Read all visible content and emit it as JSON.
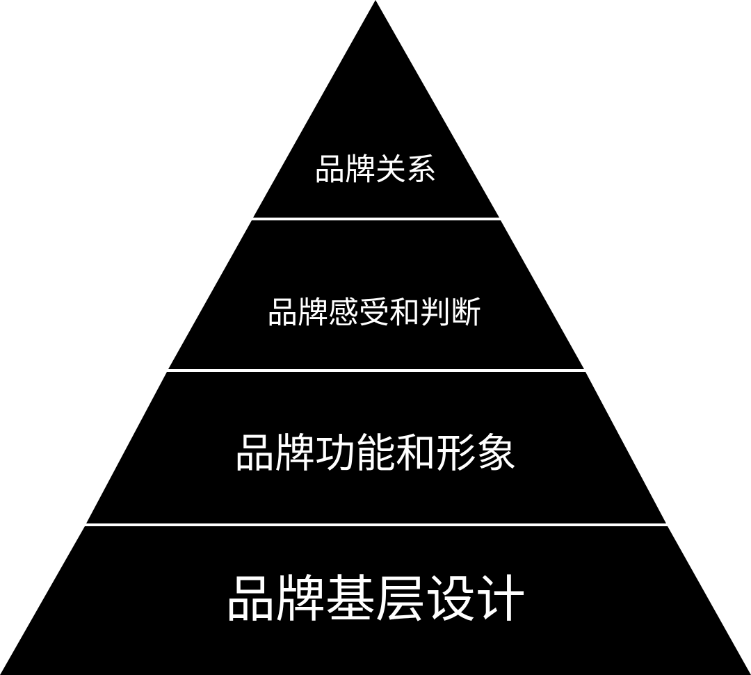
{
  "diagram": {
    "type": "pyramid",
    "background_color": "#ffffff",
    "tier_color": "#000000",
    "text_color": "#ffffff",
    "tiers": [
      {
        "label": "品牌关系"
      },
      {
        "label": "品牌感受和判断"
      },
      {
        "label": "品牌功能和形象"
      },
      {
        "label": "品牌基层设计"
      }
    ]
  }
}
